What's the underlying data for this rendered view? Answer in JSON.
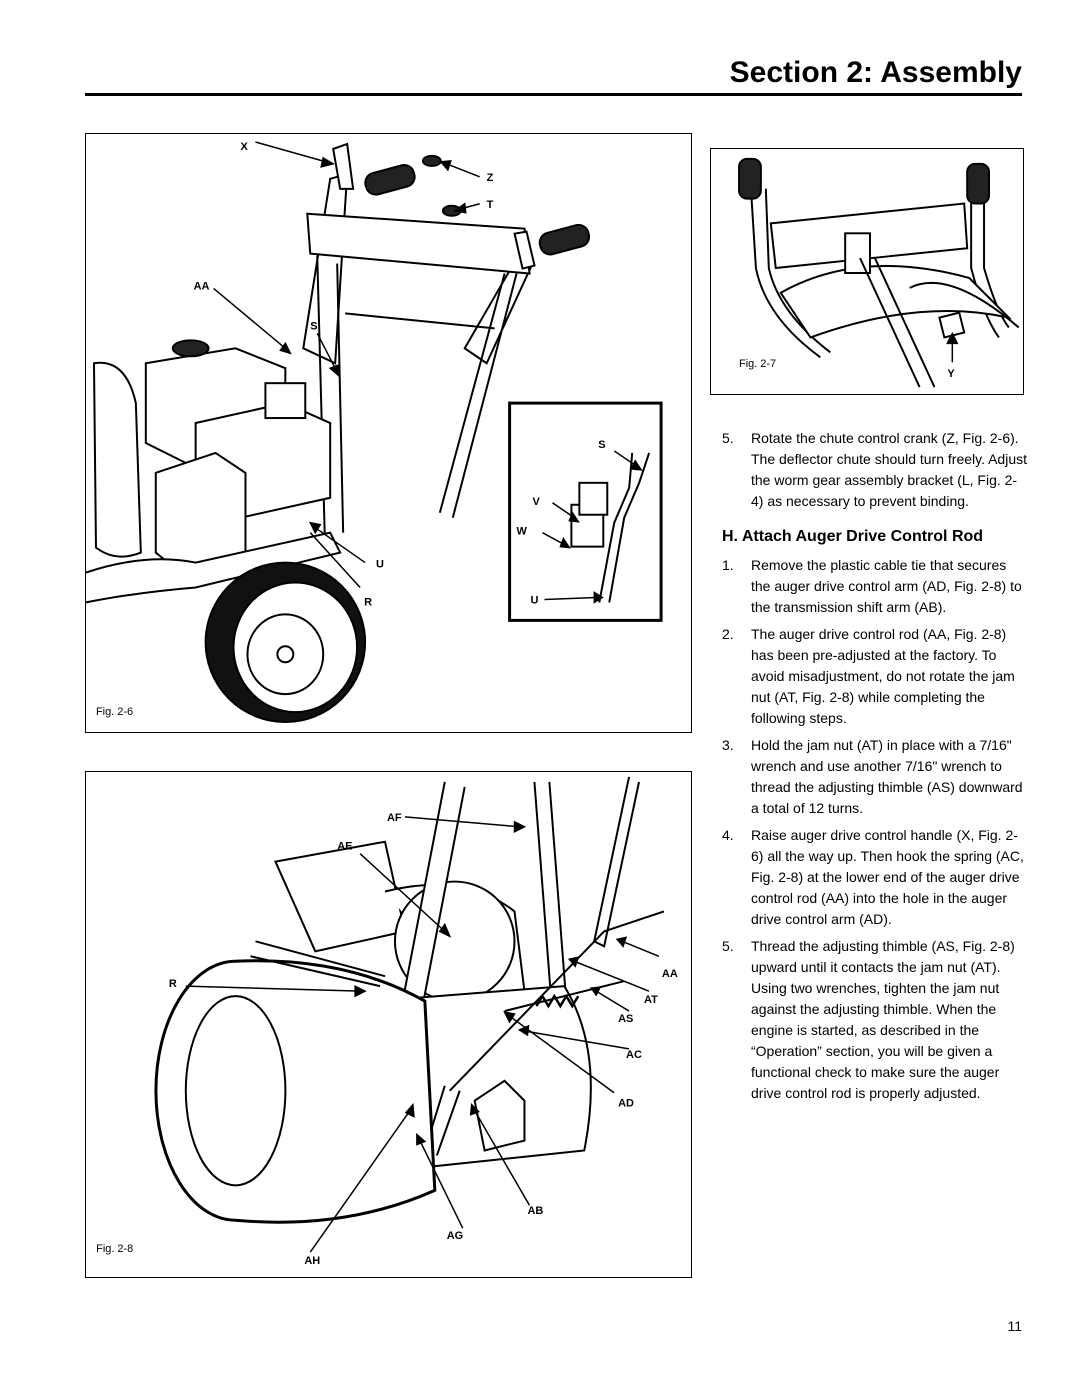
{
  "header": {
    "title": "Section 2: Assembly"
  },
  "fig6": {
    "caption": "Fig. 2-6",
    "labels": {
      "X": "X",
      "Z": "Z",
      "T": "T",
      "AA": "AA",
      "S": "S",
      "U": "U",
      "R": "R",
      "inset_S": "S",
      "inset_V": "V",
      "inset_W": "W",
      "inset_U": "U"
    }
  },
  "fig7": {
    "caption": "Fig. 2-7",
    "labels": {
      "Y": "Y"
    }
  },
  "fig8": {
    "caption": "Fig. 2-8",
    "labels": {
      "AF": "AF",
      "AE": "AE",
      "R": "R",
      "AA": "AA",
      "AT": "AT",
      "AS": "AS",
      "AC": "AC",
      "AD": "AD",
      "AB": "AB",
      "AG": "AG",
      "AH": "AH"
    }
  },
  "step5_pre": {
    "num": "5.",
    "text": "Rotate the chute control crank (Z, Fig. 2-6). The deflector chute should turn freely. Adjust the worm gear assembly bracket (L, Fig. 2-4) as necessary to prevent binding."
  },
  "section_h": {
    "title": "H. Attach Auger Drive Control Rod",
    "steps": [
      {
        "num": "1.",
        "text": "Remove the plastic cable tie that secures the auger drive control arm (AD, Fig. 2-8) to the transmission shift arm (AB)."
      },
      {
        "num": "2.",
        "text": "The auger drive control rod (AA, Fig. 2-8) has been pre-adjusted at the factory. To avoid misadjustment, do not rotate the jam nut (AT, Fig. 2-8) while completing the following steps."
      },
      {
        "num": "3.",
        "text": "Hold the jam nut (AT) in place with a 7/16\" wrench and use another 7/16\" wrench to thread the adjusting thimble (AS) downward a total of 12 turns."
      },
      {
        "num": "4.",
        "text": "Raise auger drive control handle (X, Fig. 2-6) all the way up. Then hook the spring (AC, Fig. 2-8) at the lower end of the auger drive control rod (AA) into the hole in the auger drive control arm (AD)."
      },
      {
        "num": "5.",
        "text": "Thread the adjusting thimble (AS, Fig. 2-8) upward until it contacts the jam nut (AT). Using two wrenches, tighten the jam nut against the adjusting thimble. When the engine is started, as described in the “Operation” section, you will be given a functional check to make sure the auger drive control rod is properly adjusted."
      }
    ]
  },
  "page_number": "11"
}
